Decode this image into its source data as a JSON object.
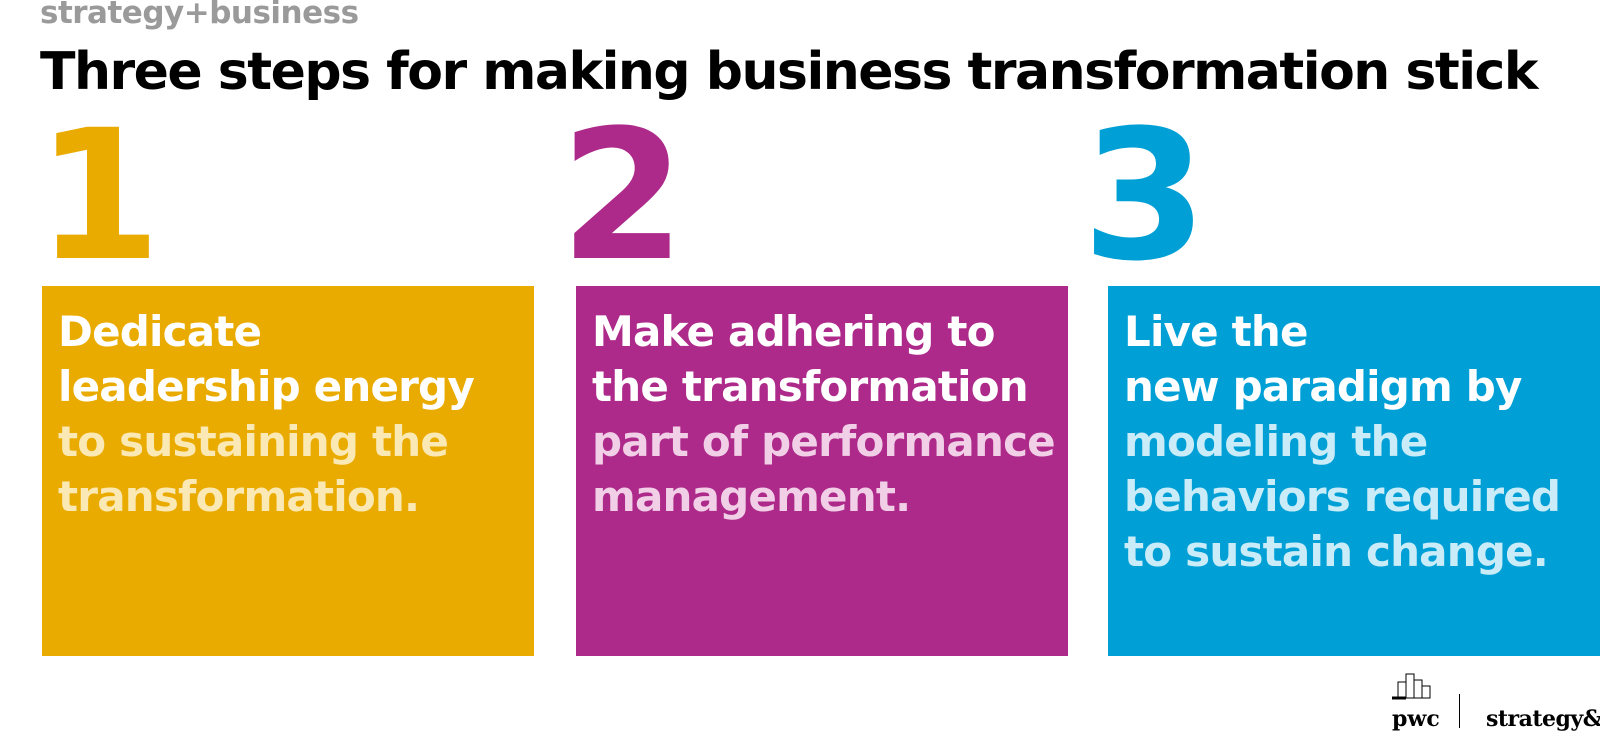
{
  "brand": "strategy+business",
  "title": "Three steps for making business transformation stick",
  "steps": [
    {
      "number": "1",
      "color": "#eaab00",
      "lines": [
        {
          "text": "Dedicate",
          "tone": "#ffffff"
        },
        {
          "text": "leadership energy",
          "tone": "#ffffff"
        },
        {
          "text": "to sustaining the",
          "tone": "#fbe9b5"
        },
        {
          "text": "transformation.",
          "tone": "#fbe9b5"
        }
      ]
    },
    {
      "number": "2",
      "color": "#ad2a8a",
      "lines": [
        {
          "text": "Make adhering to",
          "tone": "#ffffff"
        },
        {
          "text": "the transformation",
          "tone": "#ffffff"
        },
        {
          "text": "part of performance",
          "tone": "#f1cfe6"
        },
        {
          "text": "management.",
          "tone": "#f1cfe6"
        }
      ]
    },
    {
      "number": "3",
      "color": "#00a0d6",
      "lines": [
        {
          "text": "Live the",
          "tone": "#ffffff"
        },
        {
          "text": "new paradigm by",
          "tone": "#ffffff"
        },
        {
          "text": "modeling the",
          "tone": "#c9ecf8"
        },
        {
          "text": "behaviors required",
          "tone": "#c9ecf8"
        },
        {
          "text": "to sustain change.",
          "tone": "#c9ecf8"
        }
      ]
    }
  ],
  "footer": {
    "pwc": "pwc",
    "strategy": "strategy&"
  }
}
